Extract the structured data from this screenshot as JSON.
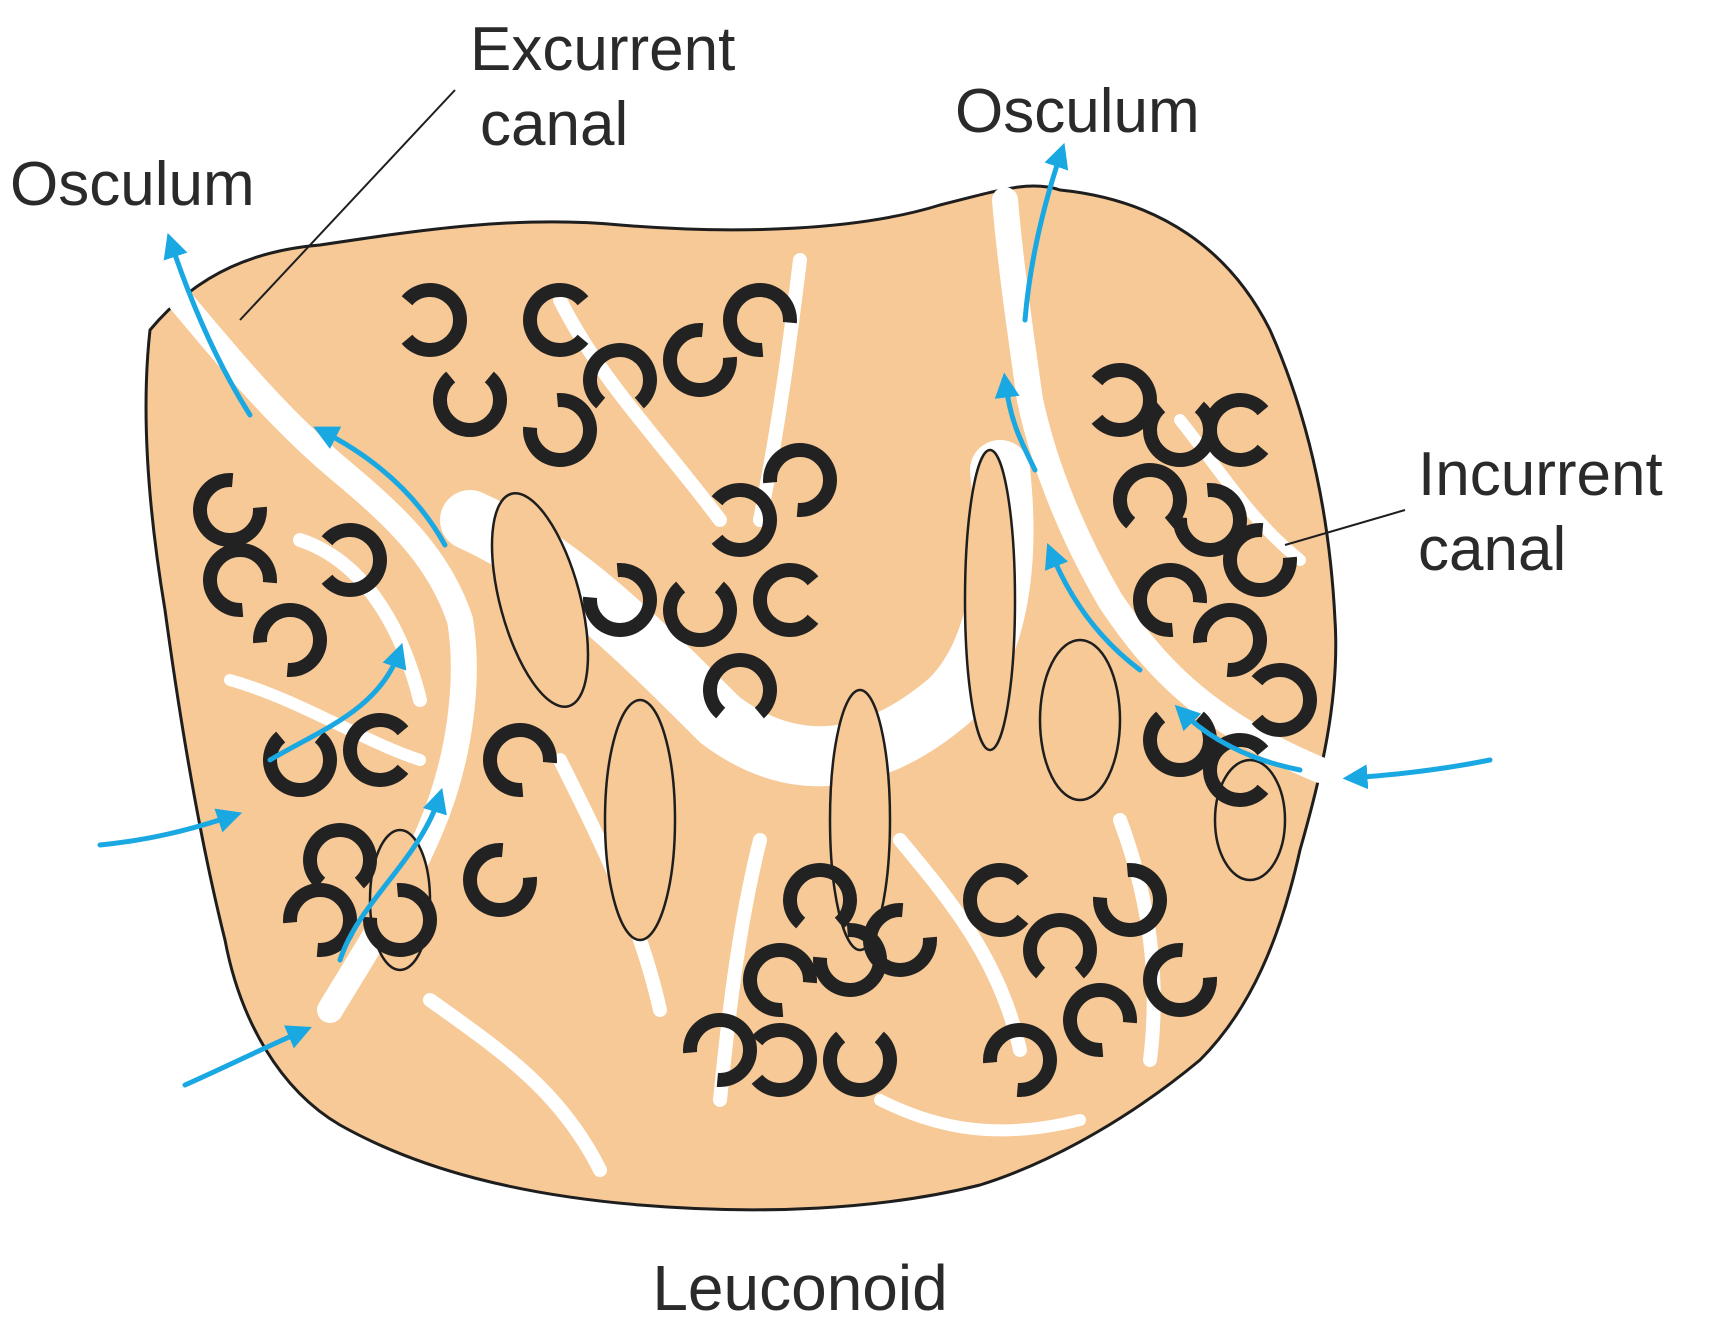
{
  "diagram": {
    "caption": "Leuconoid",
    "labels": {
      "excurrent_line1": "Excurrent",
      "excurrent_line2": "canal",
      "osculum_left": "Osculum",
      "osculum_right": "Osculum",
      "incurrent_line1": "Incurrent",
      "incurrent_line2": "canal"
    }
  },
  "colors": {
    "tissue": "#f6c996",
    "outline": "#1e1e1e",
    "chamber": "#222222",
    "water_flow": "#1aa8e3",
    "background": "#ffffff"
  },
  "icons": [
    "water-flow-arrow-icon",
    "choanocyte-chamber-icon"
  ]
}
